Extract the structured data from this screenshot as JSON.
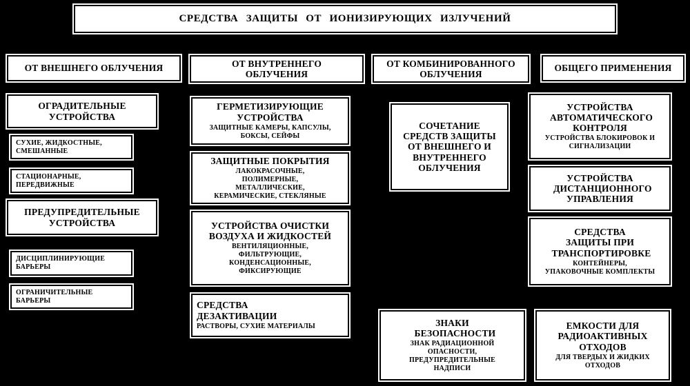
{
  "title": "СРЕДСТВА ЗАЩИТЫ ОТ ИОНИЗИРУЮЩИХ ИЗЛУЧЕНИЙ",
  "colors": {
    "background": "#000000",
    "box_fill": "#ffffff",
    "box_border": "#000000",
    "text": "#000000"
  },
  "headers": {
    "external": "ОТ ВНЕШНЕГО  ОБЛУЧЕНИЯ",
    "internal": "ОТ ВНУТРЕННЕГО ОБЛУЧЕНИЯ",
    "combined": "ОТ КОМБИНИРОВАННОГО ОБЛУЧЕНИЯ",
    "general": "ОБЩЕГО ПРИМЕНЕНИЯ"
  },
  "external": {
    "guard": {
      "title": "ОГРАДИТЕЛЬНЫЕ УСТРОЙСТВА"
    },
    "dry_liquid_mixed": {
      "title": "СУХИЕ, ЖИДКОСТНЫЕ, СМЕШАННЫЕ"
    },
    "stationary_mobile": {
      "title": "СТАЦИОНАРНЫЕ, ПЕРЕДВИЖНЫЕ"
    },
    "warning": {
      "title": "ПРЕДУПРЕДИТЕЛЬНЫЕ УСТРОЙСТВА"
    },
    "disciplining_barriers": {
      "title": "ДИСЦИПЛИНИРУЮЩИЕ БАРЬЕРЫ"
    },
    "limiting_barriers": {
      "title": "ОГРАНИЧИТЕЛЬНЫЕ БАРЬЕРЫ"
    }
  },
  "internal": {
    "sealing": {
      "title": "ГЕРМЕТИЗИРУЮЩИЕ УСТРОЙСТВА",
      "sub": "ЗАЩИТНЫЕ КАМЕРЫ, КАПСУЛЫ, БОКСЫ, СЕЙФЫ"
    },
    "coatings": {
      "title": "ЗАЩИТНЫЕ ПОКРЫТИЯ",
      "sub": "ЛАКОКРАСОЧНЫЕ, ПОЛИМЕРНЫЕ, МЕТАЛЛИЧЕСКИЕ, КЕРАМИЧЕСКИЕ, СТЕКЛЯНЫЕ"
    },
    "purification": {
      "title": "УСТРОЙСТВА ОЧИСТКИ ВОЗДУХА И ЖИДКОСТЕЙ",
      "sub": "ВЕНТИЛЯЦИОННЫЕ, ФИЛЬТРУЮЩИЕ, КОНДЕНСАЦИОННЫЕ, ФИКСИРУЮЩИЕ"
    },
    "decontamination": {
      "title": "СРЕДСТВА ДЕЗАКТИВАЦИИ",
      "sub": "РАСТВОРЫ, СУХИЕ МАТЕРИАЛЫ"
    }
  },
  "combined": {
    "combination": {
      "title": "СОЧЕТАНИЕ СРЕДСТВ ЗАЩИТЫ ОТ ВНЕШНЕГО  И ВНУТРЕННЕГО ОБЛУЧЕНИЯ"
    },
    "safety_signs": {
      "title": "ЗНАКИ БЕЗОПАСНОСТИ",
      "sub": "ЗНАК РАДИАЦИОННОЙ ОПАСНОСТИ, ПРЕДУПРЕДИТЕЛЬНЫЕ НАДПИСИ"
    }
  },
  "general": {
    "auto_control": {
      "title": "УСТРОЙСТВА АВТОМАТИЧЕСКОГО КОНТРОЛЯ",
      "sub": "УСТРОЙСТВА БЛОКИРОВОК И СИГНАЛИЗАЦИИ"
    },
    "remote_control": {
      "title": "УСТРОЙСТВА ДИСТАНЦИОННОГО УПРАВЛЕНИЯ"
    },
    "transport": {
      "title": "СРЕДСТВА ЗАЩИТЫ ПРИ ТРАНСПОРТИРОВКЕ",
      "sub": "КОНТЕЙНЕРЫ, УПАКОВОЧНЫЕ КОМПЛЕКТЫ"
    },
    "waste_containers": {
      "title": "ЕМКОСТИ ДЛЯ РАДИОАКТИВНЫХ ОТХОДОВ",
      "sub": "ДЛЯ ТВЕРДЫХ И ЖИДКИХ ОТХОДОВ"
    }
  }
}
